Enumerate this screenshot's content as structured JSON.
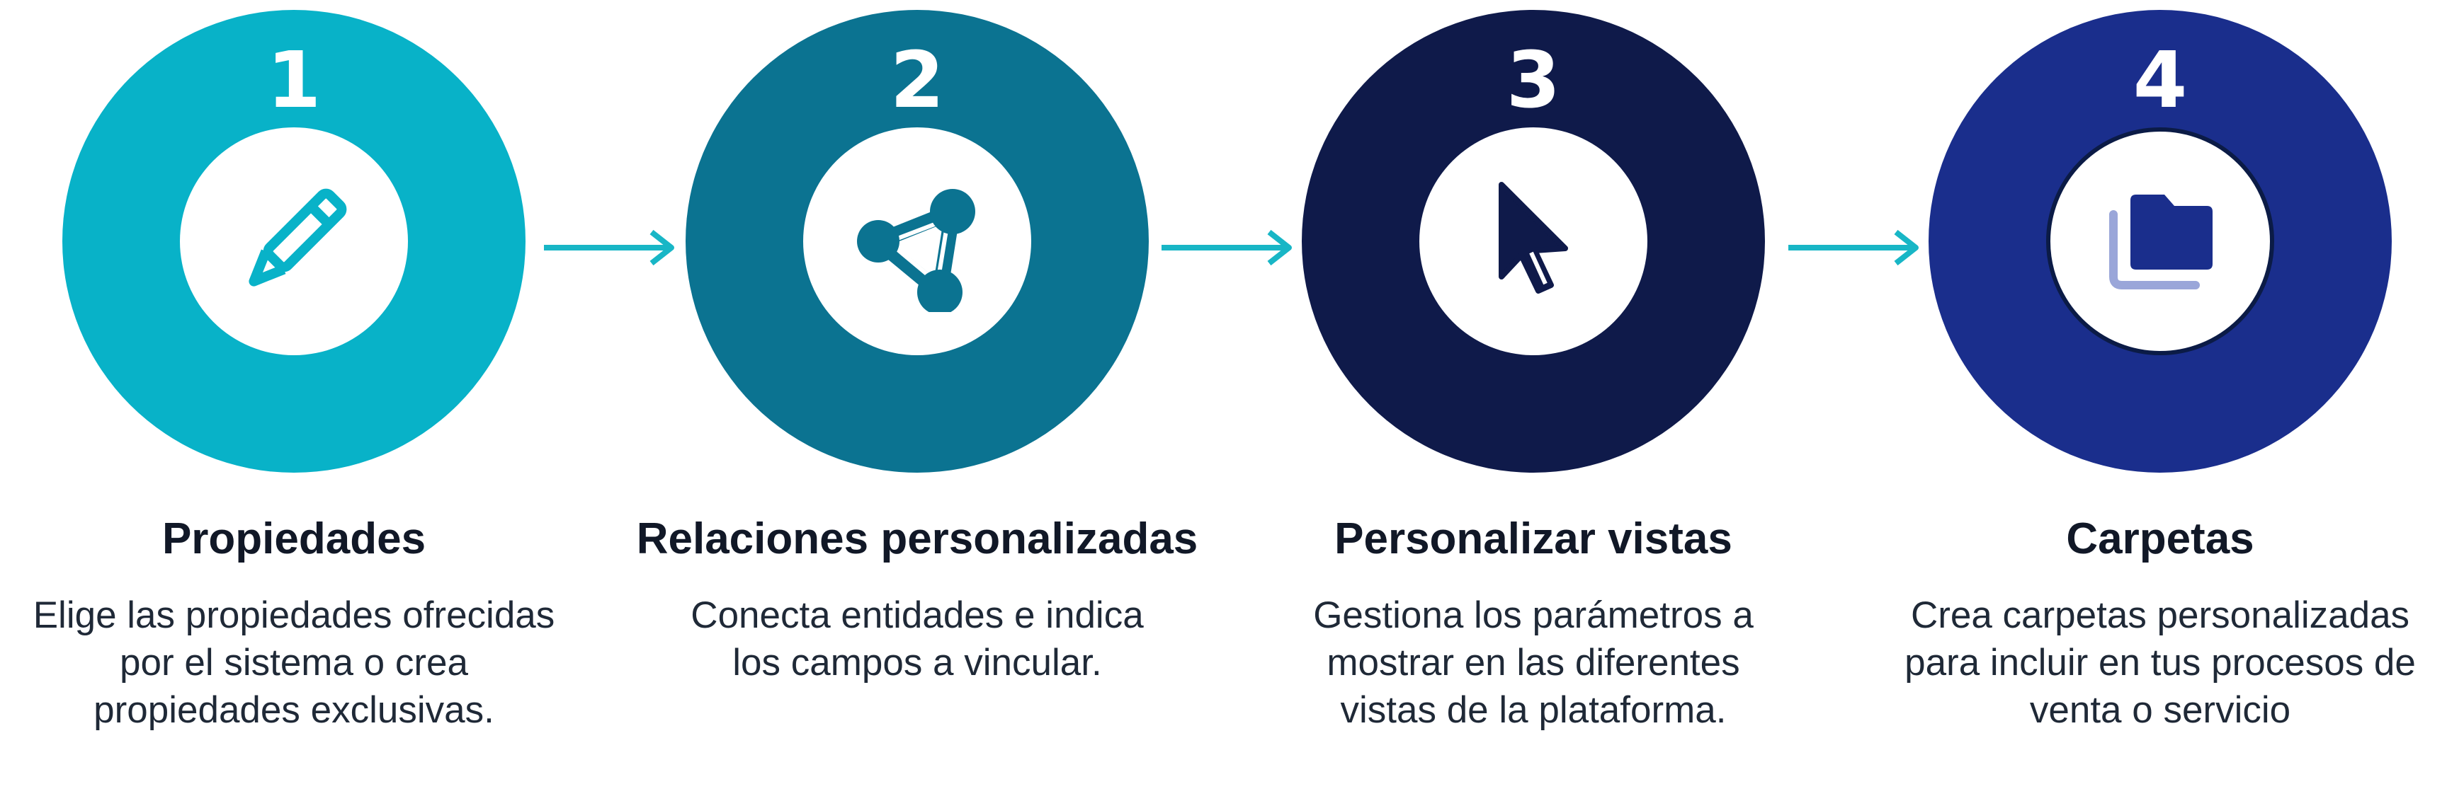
{
  "steps": [
    {
      "number": "1",
      "title": "Propiedades",
      "description": "Elige las propiedades ofrecidas por el sistema o crea propiedades exclusivas.",
      "color": "#08b2c8",
      "icon": "pencil-icon"
    },
    {
      "number": "2",
      "title": "Relaciones personalizadas",
      "description": "Conecta entidades e indica los campos a vincular.",
      "color": "#0b7391",
      "icon": "network-nodes-icon"
    },
    {
      "number": "3",
      "title": "Personalizar vistas",
      "description": "Gestiona los parámetros a mostrar en las diferentes vistas de la plataforma.",
      "color": "#0f1a4a",
      "icon": "cursor-icon"
    },
    {
      "number": "4",
      "title": "Carpetas",
      "description": "Crea carpetas personalizadas para incluir en tus procesos de venta o servicio",
      "color": "#1a2e8c",
      "icon": "folders-icon"
    }
  ],
  "arrow_color": "#18b6c6"
}
